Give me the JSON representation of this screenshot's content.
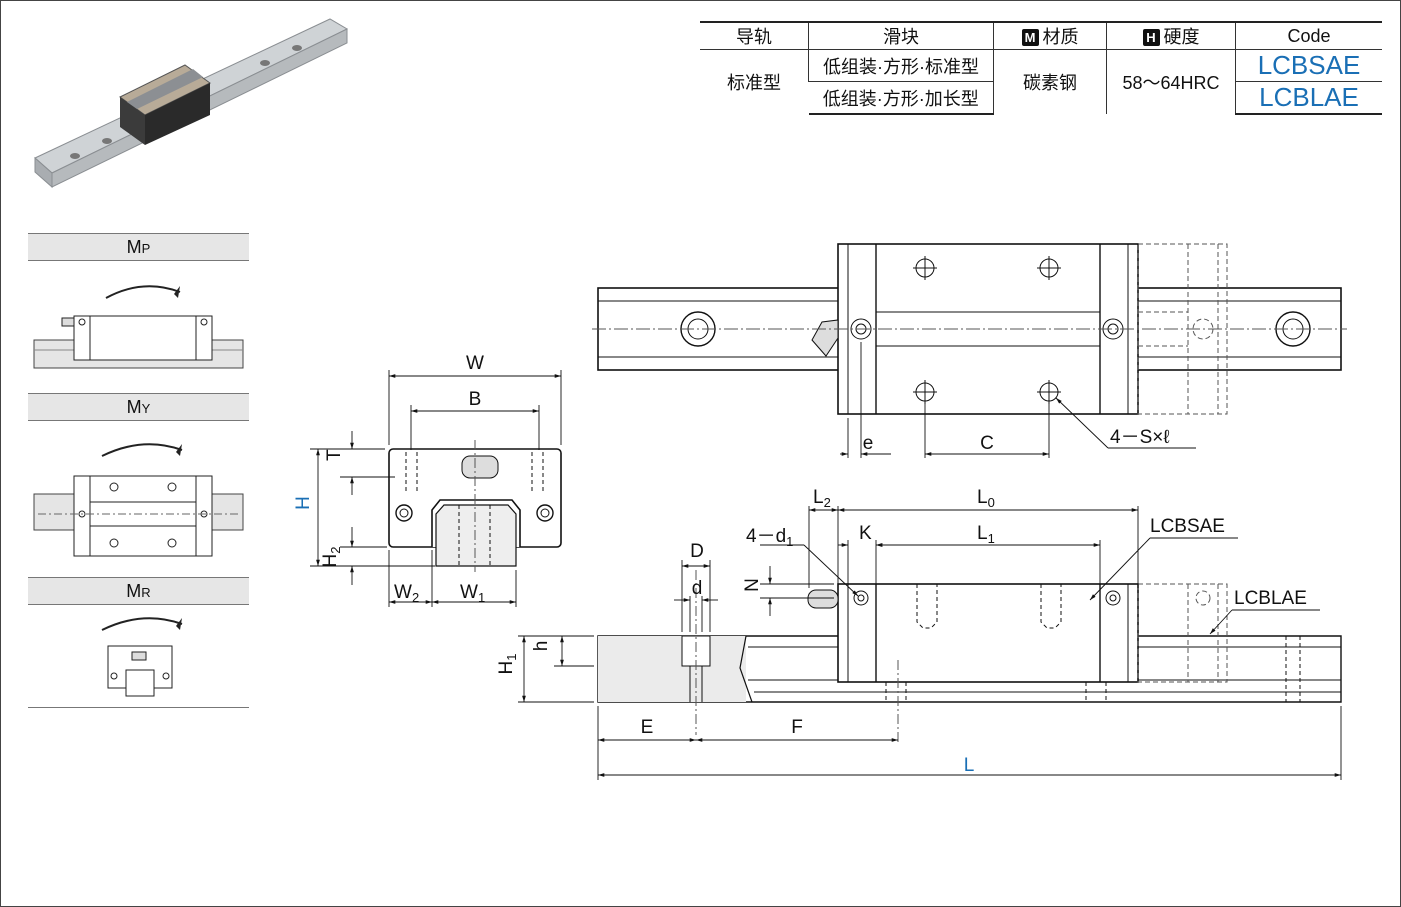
{
  "table": {
    "headers": {
      "rail": "导轨",
      "block": "滑块",
      "material": "材质",
      "material_icon": "M",
      "hardness": "硬度",
      "hardness_icon": "H",
      "code": "Code"
    },
    "rail_type": "标准型",
    "block_types": [
      "低组装·方形·标准型",
      "低组装·方形·加长型"
    ],
    "material": "碳素钢",
    "hardness": "58～64HRC",
    "codes": [
      "LCBSAE",
      "LCBLAE"
    ]
  },
  "moments": [
    {
      "main": "M",
      "sub": "P"
    },
    {
      "main": "M",
      "sub": "Y"
    },
    {
      "main": "M",
      "sub": "R"
    }
  ],
  "labels": {
    "W": "W",
    "B": "B",
    "T": "T",
    "H": "H",
    "H2": "H",
    "H2_sub": "2",
    "W2": "W",
    "W2_sub": "2",
    "W1": "W",
    "W1_sub": "1",
    "e": "e",
    "C": "C",
    "hole": "4－S×ℓ",
    "L2": "L",
    "L2_sub": "2",
    "L0": "L",
    "L0_sub": "0",
    "L1": "L",
    "L1_sub": "1",
    "K": "K",
    "d1": "4－d",
    "d1_sub": "1",
    "N": "N",
    "D": "D",
    "d": "d",
    "h": "h",
    "H1": "H",
    "H1_sub": "1",
    "E": "E",
    "F": "F",
    "L": "L",
    "code_std": "LCBSAE",
    "code_long": "LCBLAE"
  },
  "colors": {
    "accent": "#1a6fb5",
    "rail": "#ebebeb",
    "ink": "#111111"
  }
}
